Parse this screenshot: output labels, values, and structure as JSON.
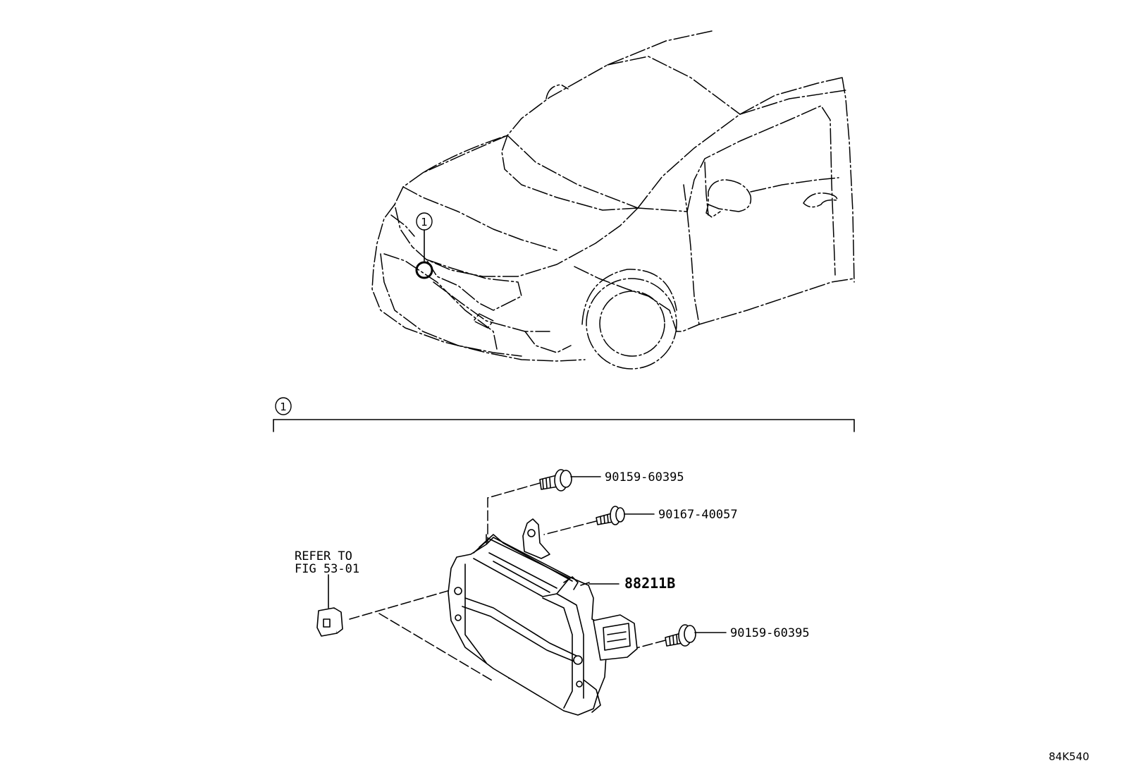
{
  "callouts": {
    "vehicle_marker": "1",
    "section_marker": "1"
  },
  "parts": {
    "bolt_top": "90159-60395",
    "screw_mid": "90167-40057",
    "sensor": "88211B",
    "bolt_bottom": "90159-60395"
  },
  "refer": {
    "line1": "REFER TO",
    "line2": "FIG 53-01"
  },
  "figure_id": "84K540"
}
